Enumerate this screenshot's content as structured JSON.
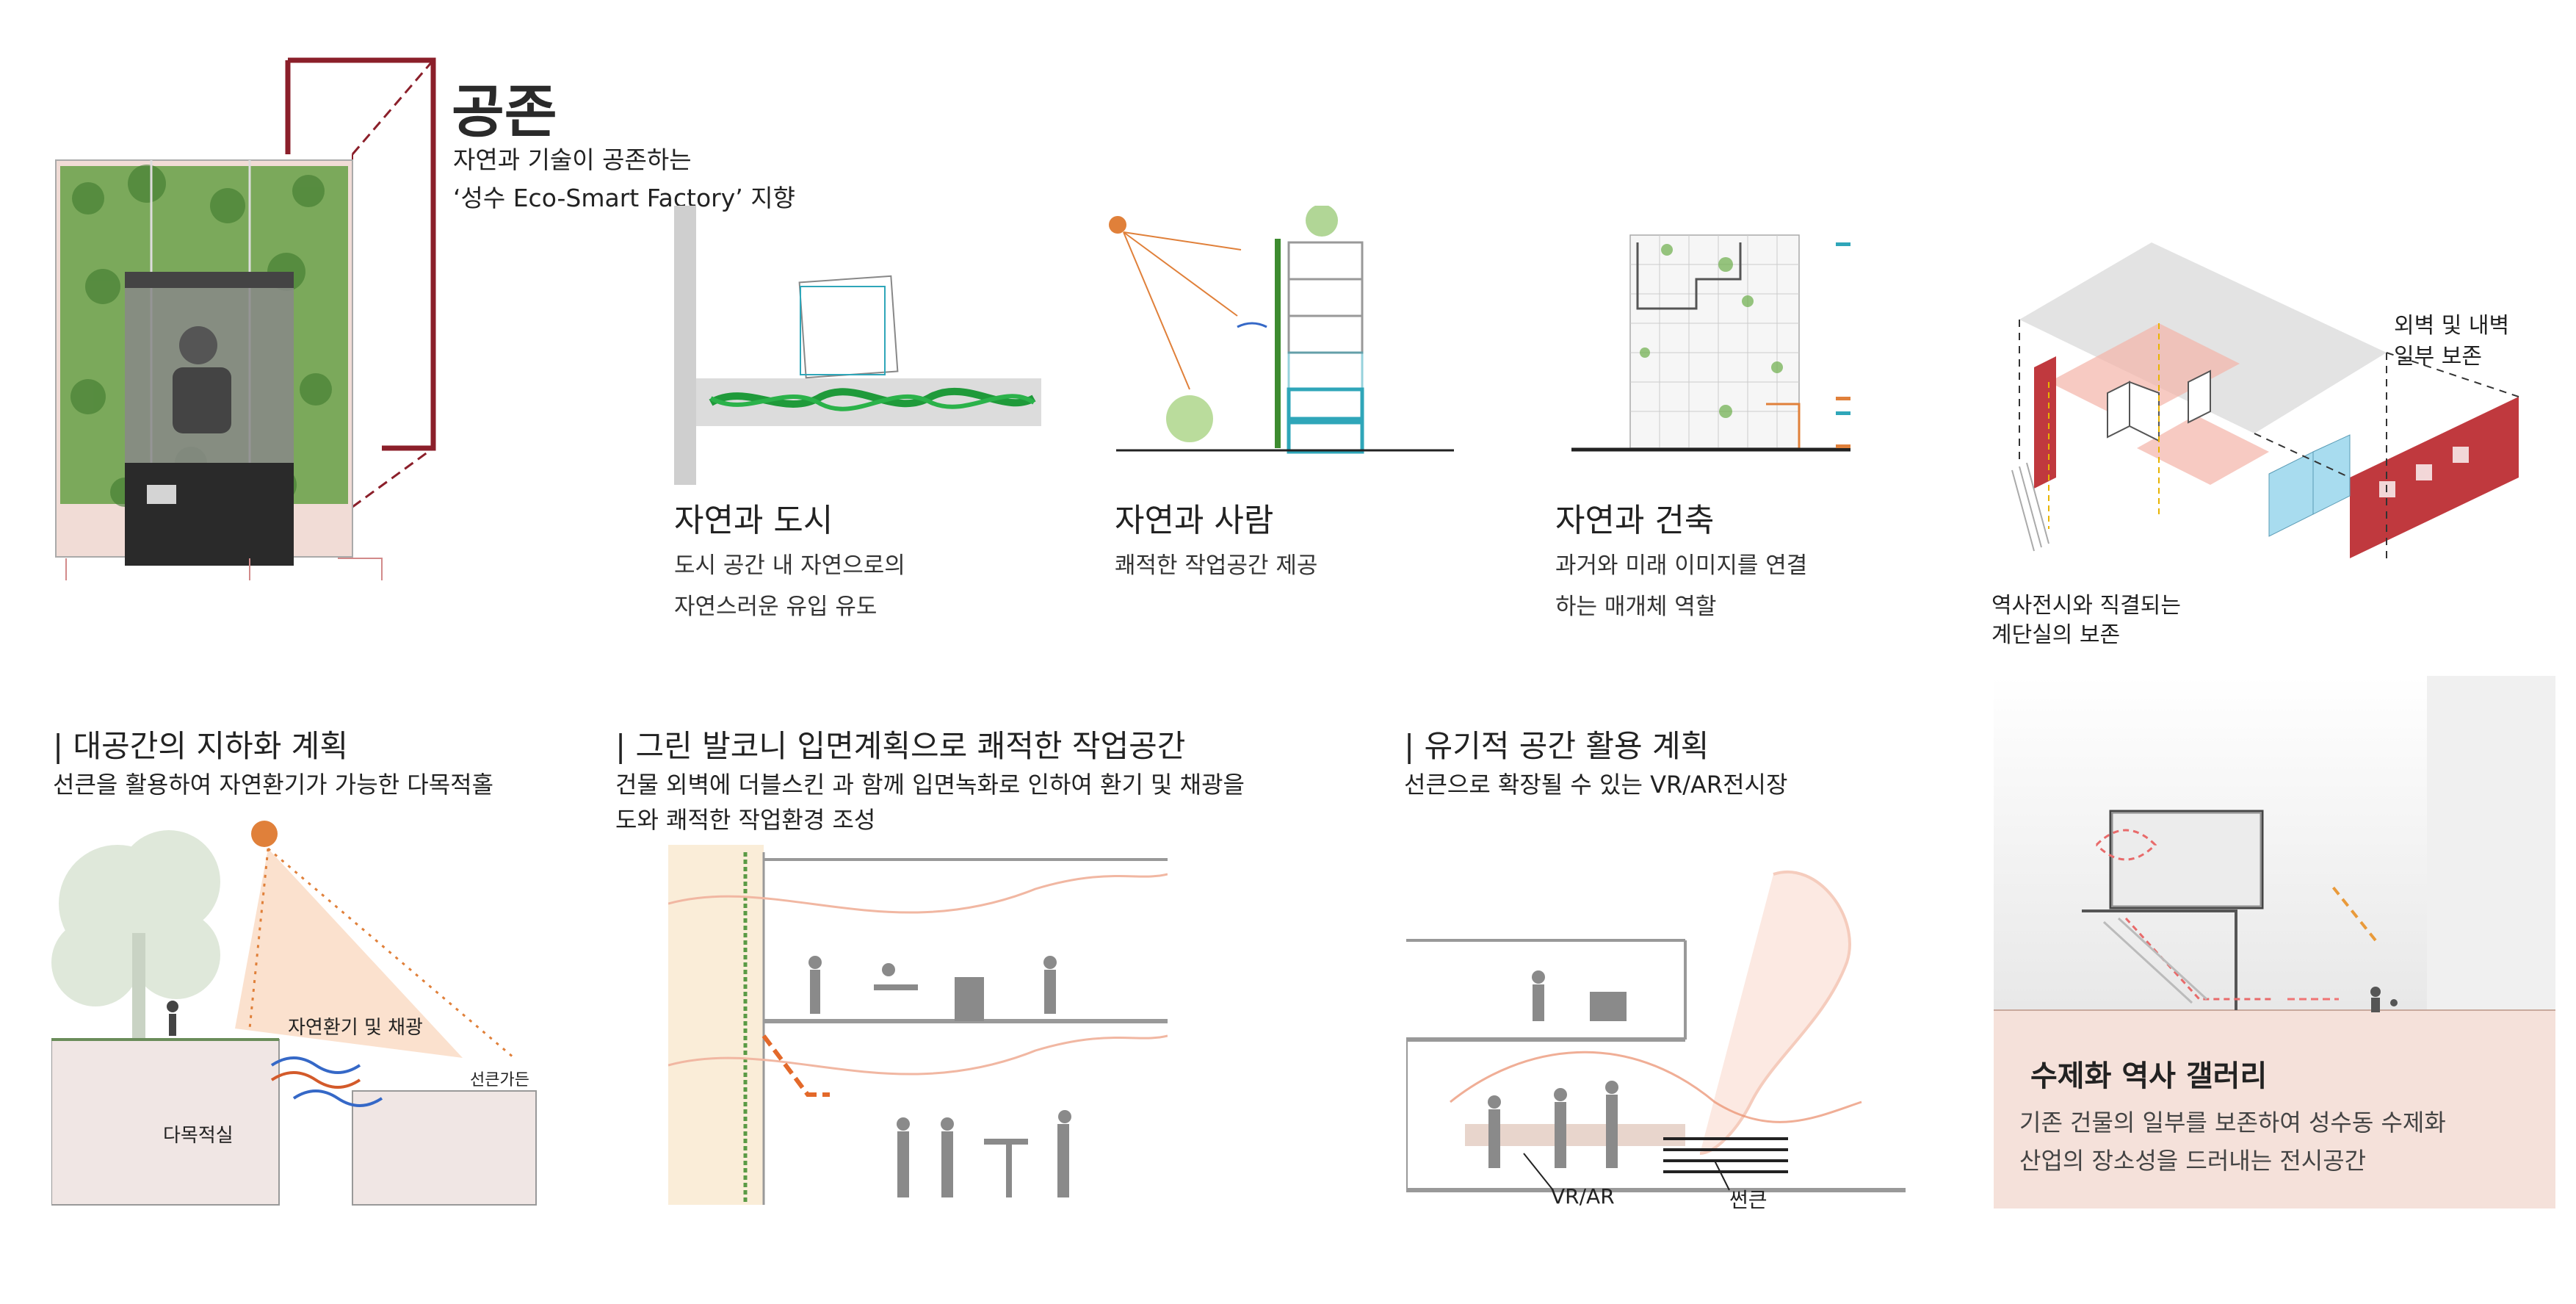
{
  "hero": {
    "title": "공존",
    "subtitle_line1": "자연과 기술이 공존하는",
    "subtitle_line2": "‘성수 Eco-Smart Factory’ 지향"
  },
  "concepts": [
    {
      "title": "자연과 도시",
      "desc_line1": "도시 공간 내 자연으로의",
      "desc_line2": "자연스러운 유입 유도"
    },
    {
      "title": "자연과 사람",
      "desc_line1": "쾌적한 작업공간 제공",
      "desc_line2": ""
    },
    {
      "title": "자연과 건축",
      "desc_line1": "과거와 미래 이미지를 연결",
      "desc_line2": "하는 매개체 역할"
    }
  ],
  "preservation": {
    "label_wall_line1": "외벽 및 내벽",
    "label_wall_line2": "일부 보존",
    "label_stair_line1": "역사전시와 직결되는",
    "label_stair_line2": "계단실의 보존"
  },
  "plans": [
    {
      "heading": "| 대공간의 지하화 계획",
      "desc_line1": "선큰을 활용하여 자연환기가 가능한  다목적홀",
      "desc_line2": ""
    },
    {
      "heading": "| 그린 발코니 입면계획으로 쾌적한 작업공간",
      "desc_line1": "건물 외벽에 더블스킨 과 함께 입면녹화로 인하여 환기 및 채광을",
      "desc_line2": "도와 쾌적한 작업환경 조성"
    },
    {
      "heading": "| 유기적 공간 활용 계획",
      "desc_line1": "선큰으로 확장될 수 있는  VR/AR전시장",
      "desc_line2": ""
    }
  ],
  "section_labels": {
    "ventilation": "자연환기 및 채광",
    "sunken_garden": "선큰가든",
    "multipurpose_room": "다목적실",
    "vr_ar": "VR/AR",
    "sunken": "썬큰"
  },
  "gallery": {
    "title": "수제화 역사 갤러리",
    "desc_line1": "기존 건물의 일부를 보존하여 성수동 수제화",
    "desc_line2": "산업의 장소성을 드러내는 전시공간"
  },
  "colors": {
    "brand_red": "#8b1f2a",
    "leaf_green": "#4e8f3a",
    "cyan": "#2fa6b9",
    "sun_orange": "#e0803a",
    "brick": "#c0393e",
    "pale_pink": "#f5e1da"
  }
}
